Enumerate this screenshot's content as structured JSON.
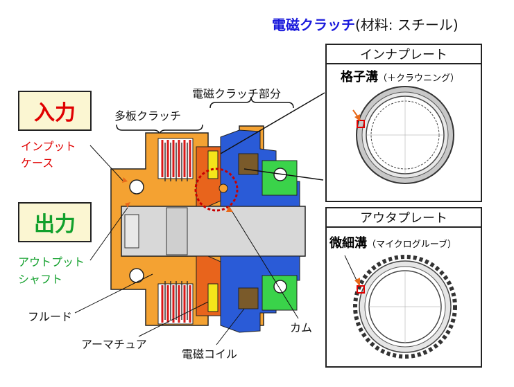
{
  "title": {
    "main": "電磁クラッチ",
    "sub": "(材料: スチール)"
  },
  "input": {
    "box": "入力",
    "part": "インプット",
    "part2": "ケース"
  },
  "output": {
    "box": "出力",
    "part": "アウトプット",
    "part2": "シャフト"
  },
  "labels": {
    "multiplate": "多板クラッチ",
    "em_section": "電磁クラッチ部分",
    "fluid": "フルード",
    "armature": "アーマチュア",
    "coil": "電磁コイル",
    "cam": "カム"
  },
  "inner_plate": {
    "title": "インナプレート",
    "feature": "格子溝",
    "feature_note": "（＋クラウニング）"
  },
  "outer_plate": {
    "title": "アウタプレート",
    "feature": "微細溝",
    "feature_note": "（マイクログルーブ）"
  },
  "colors": {
    "blue": "#1a1adc",
    "red": "#e00000",
    "green": "#12a02c",
    "orange": "#f4a232",
    "darkorange": "#e8641c",
    "steelblue": "#2a5bd7",
    "lightgreen": "#3ad34a"
  }
}
